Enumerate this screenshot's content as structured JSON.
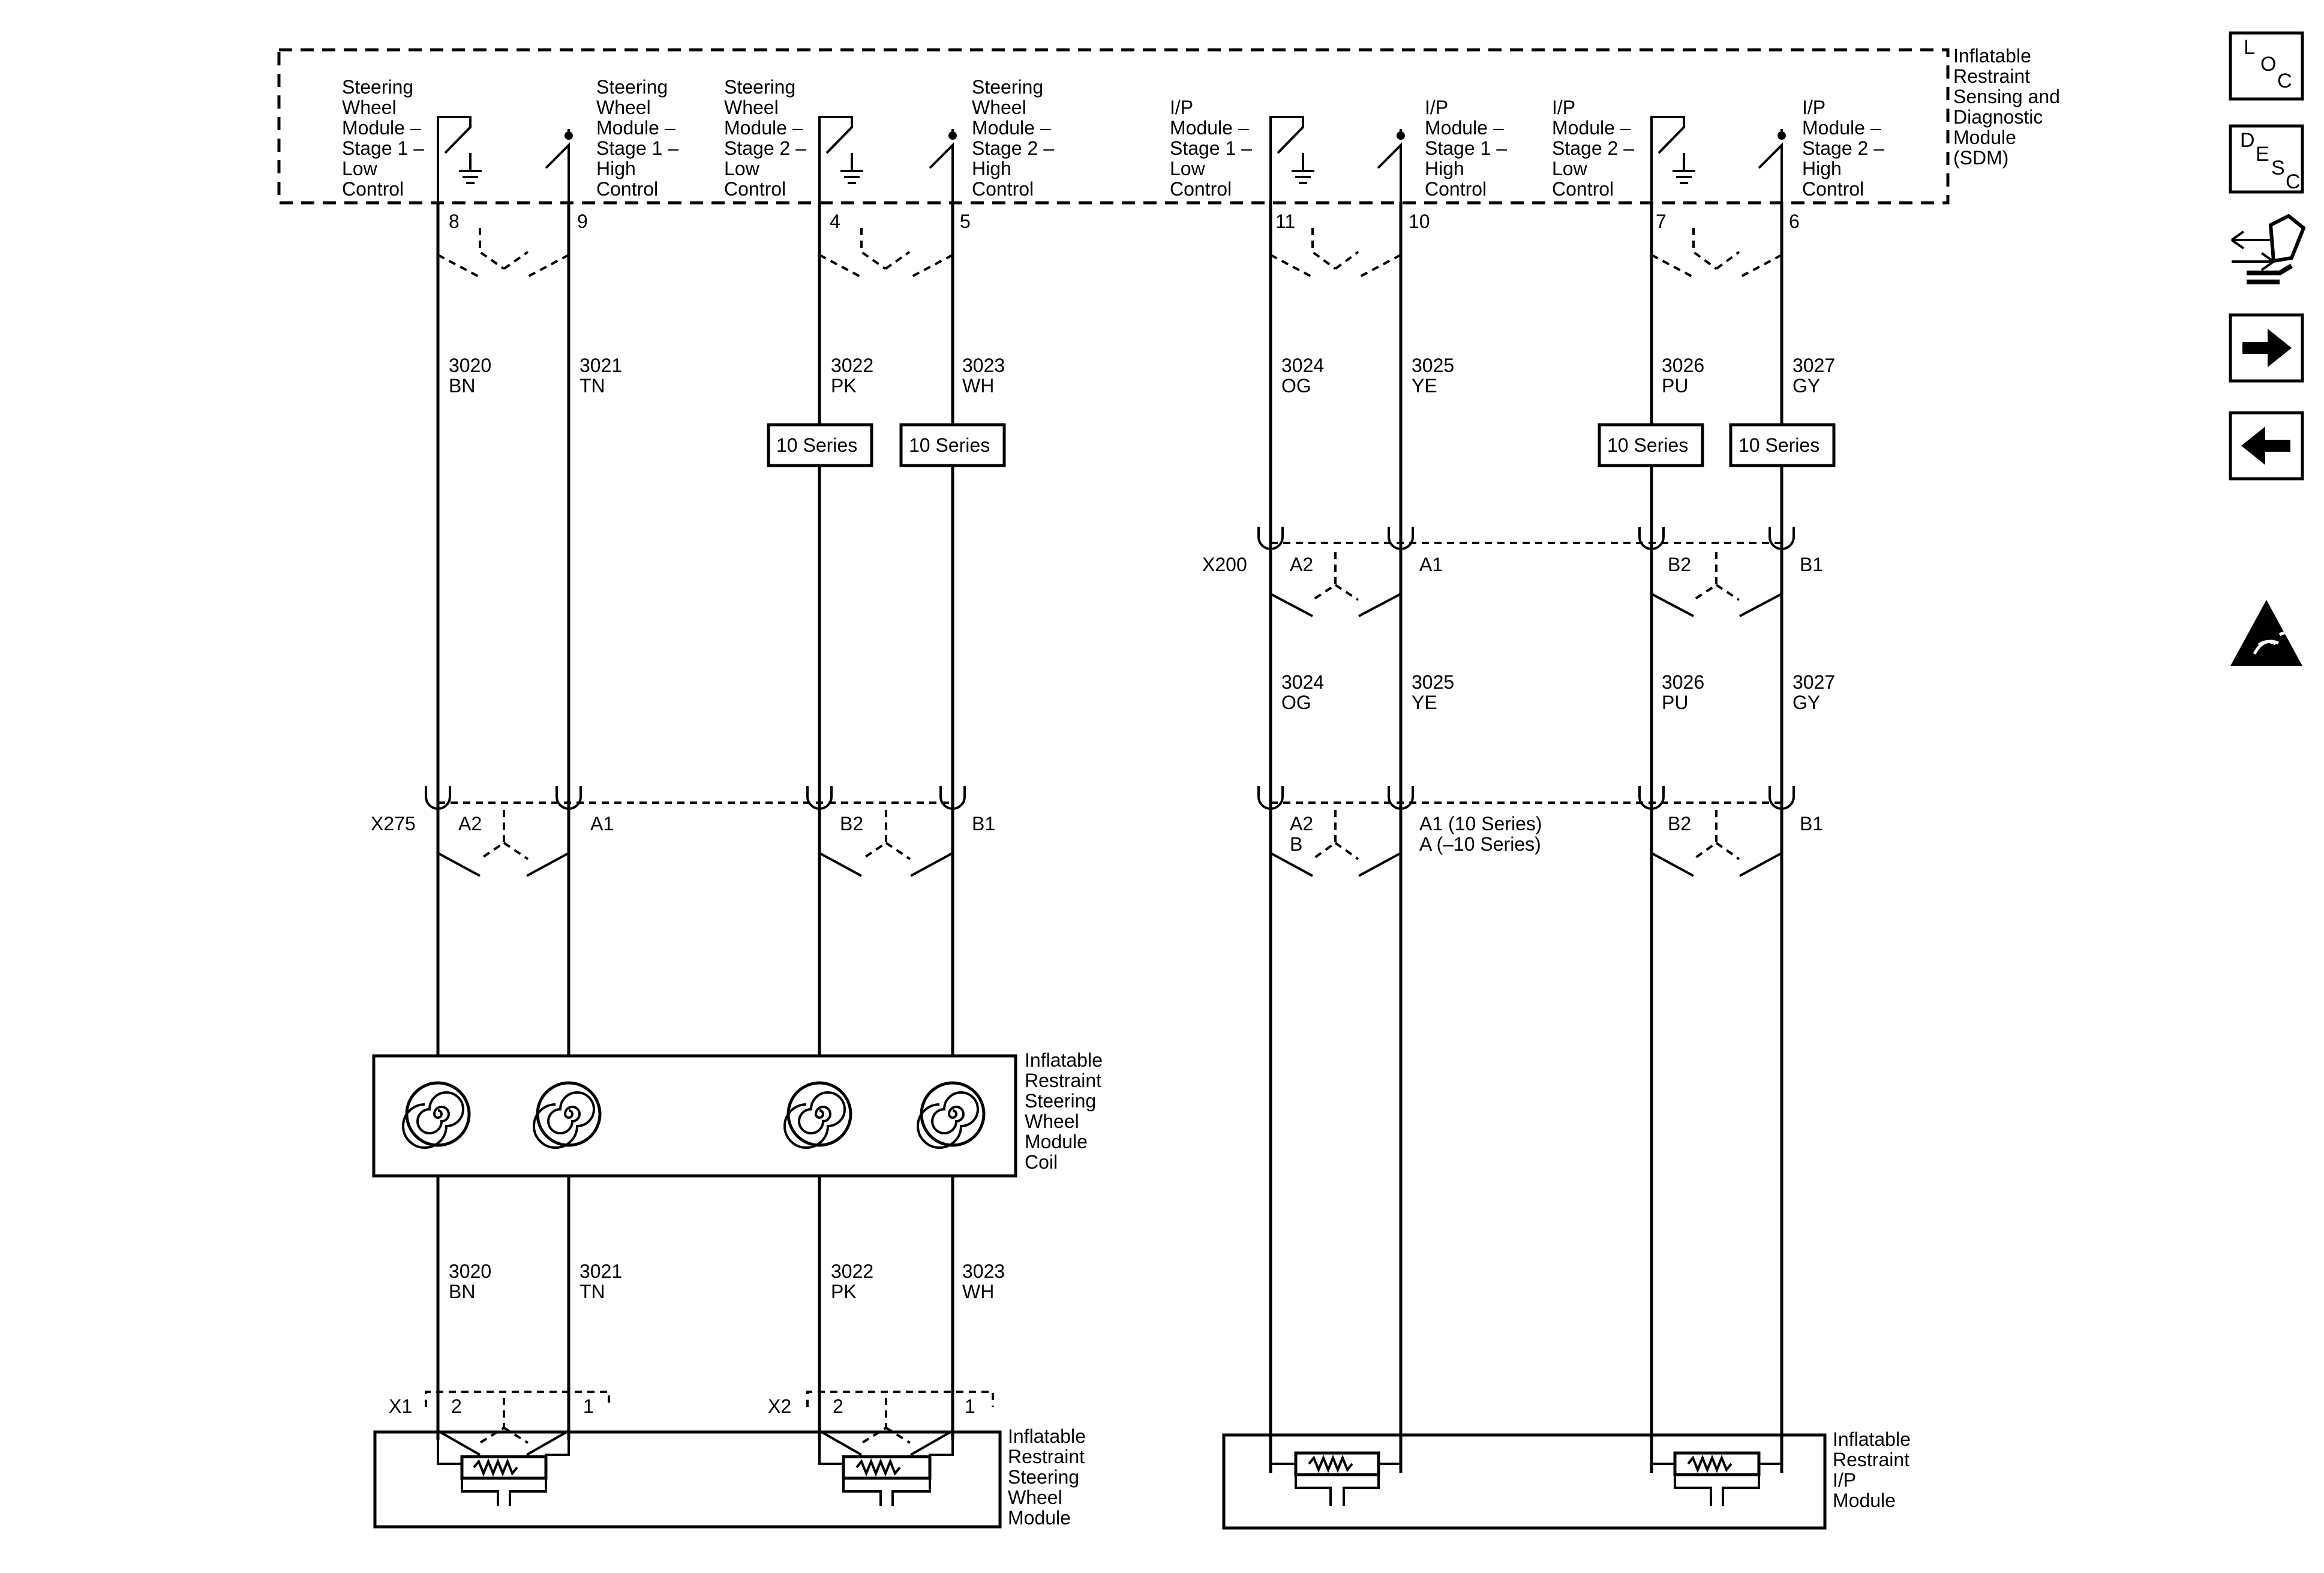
{
  "sdm": {
    "title_lines": [
      "Inflatable",
      "Restraint",
      "Sensing and",
      "Diagnostic",
      "Module",
      "(SDM)"
    ],
    "functions": [
      {
        "lines": [
          "Steering",
          "Wheel",
          "Module –",
          "Stage 1 –",
          "Low",
          "Control"
        ],
        "pin": "8",
        "circuit": "3020",
        "color": "BN"
      },
      {
        "lines": [
          "Steering",
          "Wheel",
          "Module –",
          "Stage 1 –",
          "High",
          "Control"
        ],
        "pin": "9",
        "circuit": "3021",
        "color": "TN"
      },
      {
        "lines": [
          "Steering",
          "Wheel",
          "Module –",
          "Stage 2 –",
          "Low",
          "Control"
        ],
        "pin": "4",
        "circuit": "3022",
        "color": "PK"
      },
      {
        "lines": [
          "Steering",
          "Wheel",
          "Module –",
          "Stage 2 –",
          "High",
          "Control"
        ],
        "pin": "5",
        "circuit": "3023",
        "color": "WH"
      },
      {
        "lines": [
          "I/P",
          "Module –",
          "Stage 1 –",
          "Low",
          "Control"
        ],
        "pin": "11",
        "circuit": "3024",
        "color": "OG"
      },
      {
        "lines": [
          "I/P",
          "Module –",
          "Stage 1 –",
          "High",
          "Control"
        ],
        "pin": "10",
        "circuit": "3025",
        "color": "YE"
      },
      {
        "lines": [
          "I/P",
          "Module –",
          "Stage 2 –",
          "Low",
          "Control"
        ],
        "pin": "7",
        "circuit": "3026",
        "color": "PU"
      },
      {
        "lines": [
          "I/P",
          "Module –",
          "Stage 2 –",
          "High",
          "Control"
        ],
        "pin": "6",
        "circuit": "3027",
        "color": "GY"
      }
    ]
  },
  "series_tag": "10 Series",
  "x200": {
    "name": "X200",
    "pins": [
      "A2",
      "A1",
      "B2",
      "B1"
    ]
  },
  "x275": {
    "name": "X275",
    "pins": [
      "A2",
      "A1",
      "B2",
      "B1"
    ]
  },
  "ip_inline": {
    "pin_a2": "A2",
    "pin_b": "B",
    "pin_a1": "A1 (10 Series)",
    "pin_a": "A (–10 Series)",
    "pin_b2": "B2",
    "pin_b1": "B1"
  },
  "coil": {
    "label_lines": [
      "Inflatable",
      "Restraint",
      "Steering",
      "Wheel",
      "Module",
      "Coil"
    ]
  },
  "sw_module": {
    "label_lines": [
      "Inflatable",
      "Restraint",
      "Steering",
      "Wheel",
      "Module"
    ],
    "x1": {
      "name": "X1",
      "pin_left": "2",
      "pin_right": "1"
    },
    "x2": {
      "name": "X2",
      "pin_left": "2",
      "pin_right": "1"
    }
  },
  "ip_module": {
    "label_lines": [
      "Inflatable",
      "Restraint",
      "I/P",
      "Module"
    ]
  },
  "nav": {
    "loc": [
      "L",
      "O",
      "C"
    ],
    "desc": [
      "D",
      "E",
      "S",
      "C"
    ],
    "icons": [
      "connector-end-view-icon",
      "next-page-arrow-icon",
      "previous-page-arrow-icon",
      "esd-warning-icon"
    ]
  }
}
